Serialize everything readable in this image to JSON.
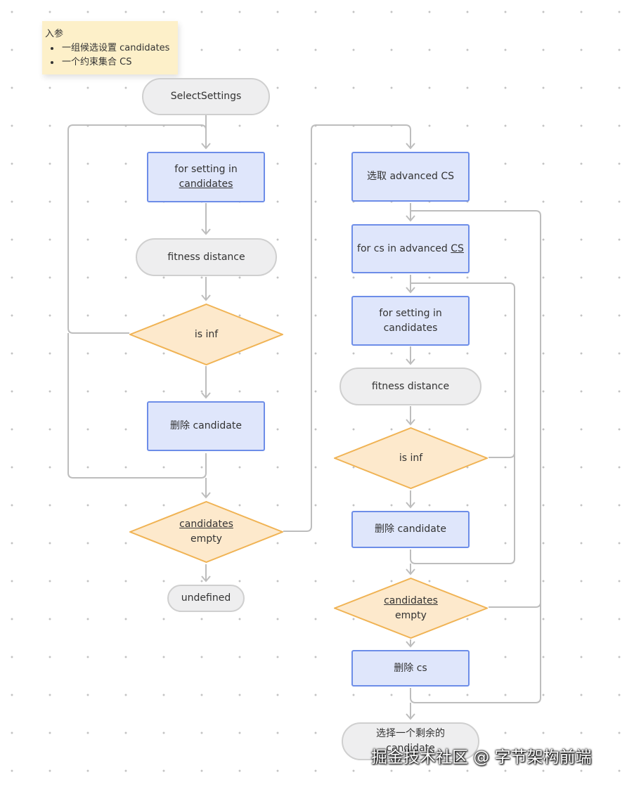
{
  "note": {
    "title": "入参",
    "items": [
      "一组候选设置 candidates",
      "一个约束集合 CS"
    ]
  },
  "left": {
    "start": "SelectSettings",
    "loop_prefix": "for setting in",
    "loop_var": "candidates",
    "fitness": "fitness distance",
    "is_inf": "is inf",
    "delete": "删除 candidate",
    "empty_var": "candidates",
    "empty_word": "empty",
    "undefined": "undefined"
  },
  "right": {
    "select_cs": "选取 advanced CS",
    "loop_cs_prefix": "for cs in advanced",
    "loop_cs_var": "CS",
    "loop_setting_line1": "for setting in",
    "loop_setting_line2": "candidates",
    "fitness": "fitness distance",
    "is_inf": "is inf",
    "delete": "删除 candidate",
    "empty_var": "candidates",
    "empty_word": "empty",
    "delete_cs": "删除 cs",
    "final_line1": "选择一个剩余的",
    "final_line2": "candidate"
  },
  "watermark": "掘金技术社区 @ 字节架构前端",
  "colors": {
    "process_fill": "#dfe6fb",
    "process_border": "#6d8de8",
    "decision_fill": "#fde9cc",
    "decision_border": "#f0b354",
    "terminal_fill": "#eeeeef",
    "note_fill": "#fdf0c9",
    "connector": "#bdbdbd"
  }
}
